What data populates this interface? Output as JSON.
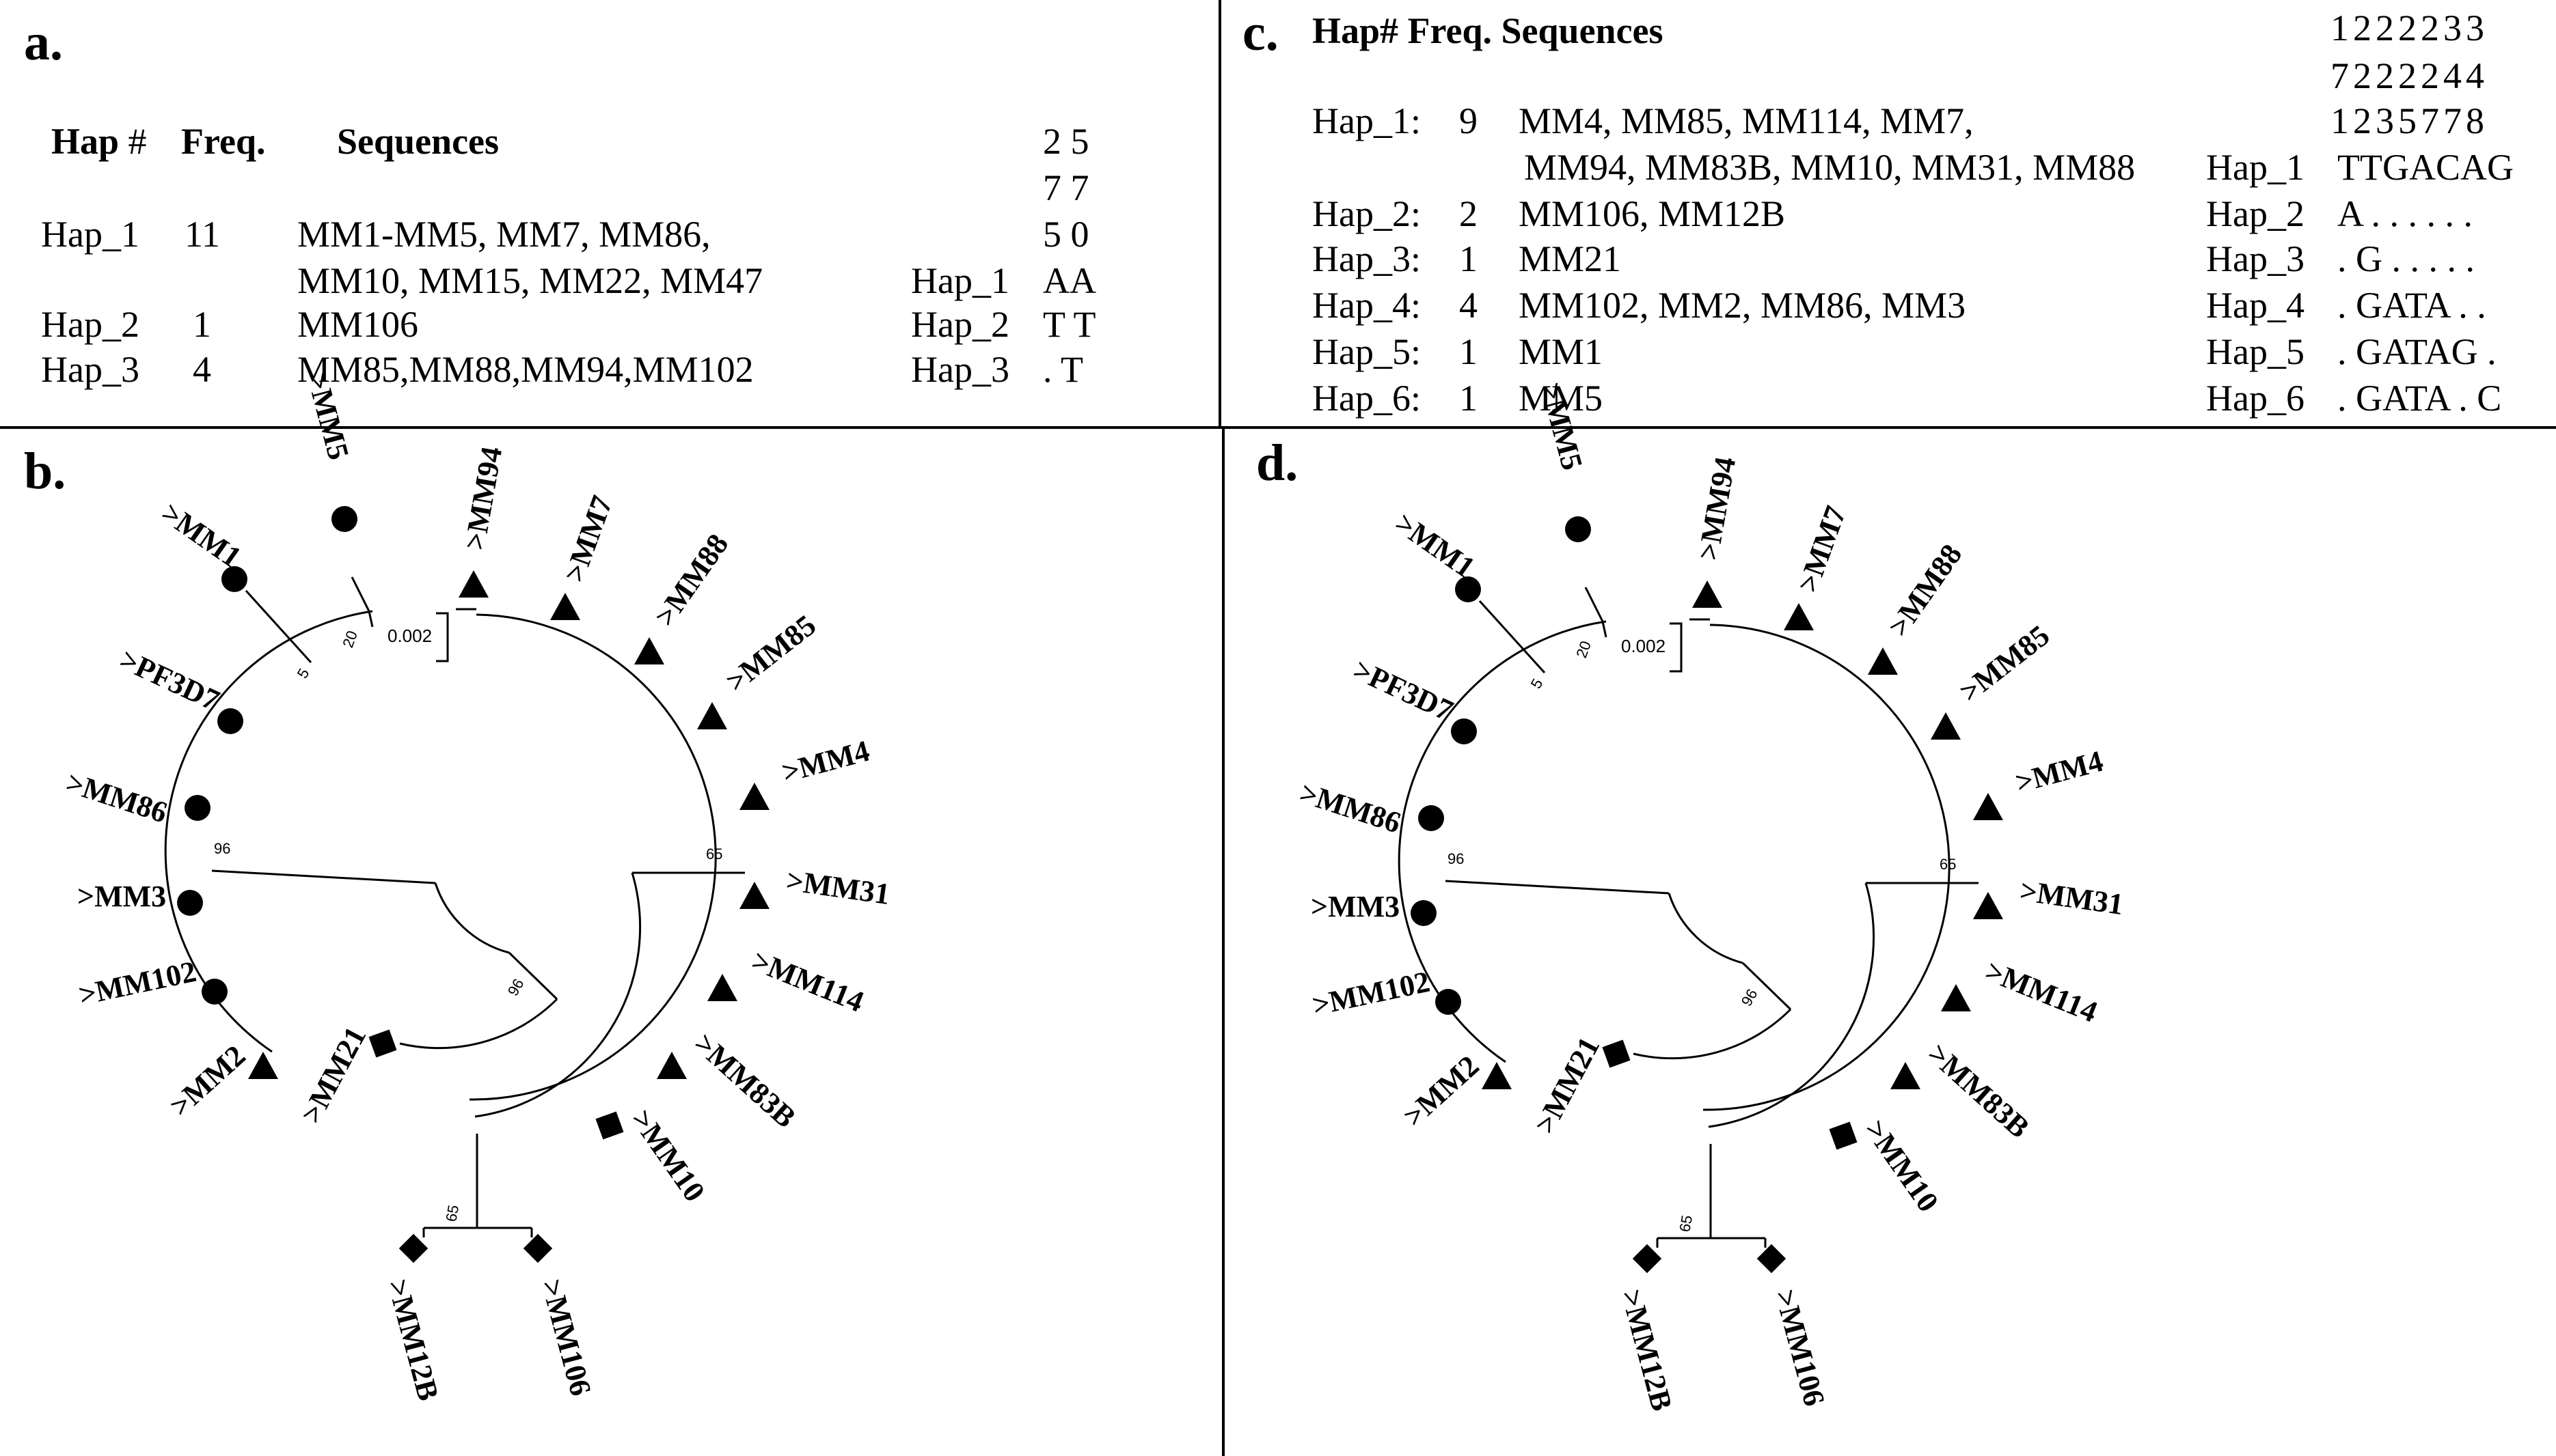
{
  "panel_labels": {
    "a": "a.",
    "b": "b.",
    "c": "c.",
    "d": "d."
  },
  "panel_a": {
    "headers": {
      "hap": "Hap",
      "hash": "#",
      "freq": "Freq.",
      "seq": "Sequences"
    },
    "positions": [
      "2 5",
      "7 7",
      "5 0"
    ],
    "rows": [
      {
        "hap": "Hap_1",
        "freq": "11",
        "seq1": "MM1-MM5, MM7, MM86,",
        "seq2": "MM10, MM15, MM22, MM47",
        "label": "Hap_1",
        "bases": "AA"
      },
      {
        "hap": "Hap_2",
        "freq": "1",
        "seq1": "MM106",
        "seq2": "",
        "label": "Hap_2",
        "bases": "T T"
      },
      {
        "hap": "Hap_3",
        "freq": "4",
        "seq1": "MM85,MM88,MM94,MM102",
        "seq2": "",
        "label": "Hap_3",
        "bases": ". T"
      }
    ]
  },
  "panel_c": {
    "header": "Hap# Freq. Sequences",
    "positions": [
      "1222233",
      "7222244",
      "1235778"
    ],
    "rows": [
      {
        "hap": "Hap_1:",
        "freq": "9",
        "seq1": "MM4, MM85, MM114, MM7,",
        "seq2": "MM94, MM83B, MM10, MM31, MM88",
        "label": "Hap_1",
        "bases": "TTGACAG"
      },
      {
        "hap": "Hap_2:",
        "freq": "2",
        "seq1": "MM106, MM12B",
        "label": "Hap_2",
        "bases": "A . . . . . ."
      },
      {
        "hap": "Hap_3:",
        "freq": "1",
        "seq1": "MM21",
        "label": "Hap_3",
        "bases": ". G . . . . ."
      },
      {
        "hap": "Hap_4:",
        "freq": "4",
        "seq1": "MM102, MM2, MM86, MM3",
        "label": "Hap_4",
        "bases": ". GATA . ."
      },
      {
        "hap": "Hap_5:",
        "freq": "1",
        "seq1": "MM1",
        "label": "Hap_5",
        "bases": ". GATAG ."
      },
      {
        "hap": "Hap_6:",
        "freq": "1",
        "seq1": "MM5",
        "label": "Hap_6",
        "bases": ". GATA . C"
      }
    ]
  },
  "tree": {
    "scale_label": "0.002",
    "bootstrap": [
      "5",
      "20",
      "96",
      "65",
      "96",
      "65"
    ],
    "taxa": [
      {
        "name": ">MM5",
        "shape": "circle"
      },
      {
        "name": ">MM1",
        "shape": "circle"
      },
      {
        "name": ">PF3D7",
        "shape": "circle"
      },
      {
        "name": ">MM86",
        "shape": "circle"
      },
      {
        "name": ">MM3",
        "shape": "circle"
      },
      {
        "name": ">MM102",
        "shape": "circle"
      },
      {
        "name": ">MM2",
        "shape": "triangle"
      },
      {
        "name": ">MM21",
        "shape": "square"
      },
      {
        "name": ">MM12B",
        "shape": "diamond"
      },
      {
        "name": ">MM106",
        "shape": "diamond"
      },
      {
        "name": ">MM10",
        "shape": "square"
      },
      {
        "name": ">MM83B",
        "shape": "triangle"
      },
      {
        "name": ">MM114",
        "shape": "triangle"
      },
      {
        "name": ">MM31",
        "shape": "triangle"
      },
      {
        "name": ">MM4",
        "shape": "triangle"
      },
      {
        "name": ">MM85",
        "shape": "triangle"
      },
      {
        "name": ">MM88",
        "shape": "triangle"
      },
      {
        "name": ">MM7",
        "shape": "triangle"
      },
      {
        "name": ">MM94",
        "shape": "triangle"
      }
    ]
  }
}
